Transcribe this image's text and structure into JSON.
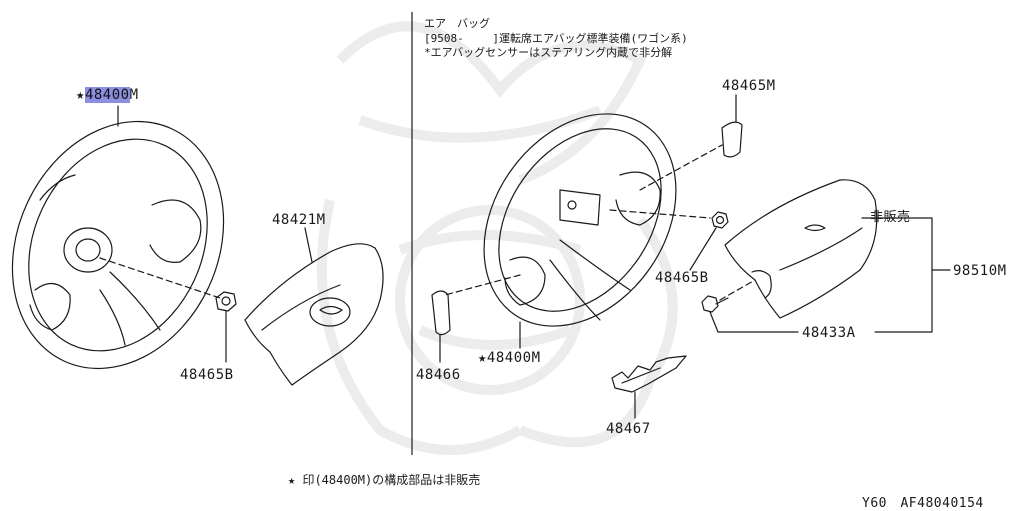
{
  "header": {
    "line1": "エア　バッグ",
    "line2": "[9508-　　 ]運転席エアバッグ標準装備(ワゴン系)",
    "line3": "*エアバッグセンサーはステアリング内蔵で非分解"
  },
  "parts": {
    "p48400_star": "★",
    "p48400_hl": "48400",
    "p48400_m": "M",
    "p48421M": "48421M",
    "p48465B_left": "48465B",
    "p48465M": "48465M",
    "p48465B_right": "48465B",
    "p48466": "48466",
    "p48400M_right": "★48400M",
    "p48467": "48467",
    "hihanbai": "非販売",
    "p98510M": "98510M",
    "p48433A": "48433A"
  },
  "footer": {
    "note": "★ 印(48400M)の構成部品は非販売",
    "code": "Y60　AF48040154"
  },
  "colors": {
    "highlight": "#8c8fe0",
    "ink": "#1a1a1a",
    "watermark": "#ececec"
  }
}
